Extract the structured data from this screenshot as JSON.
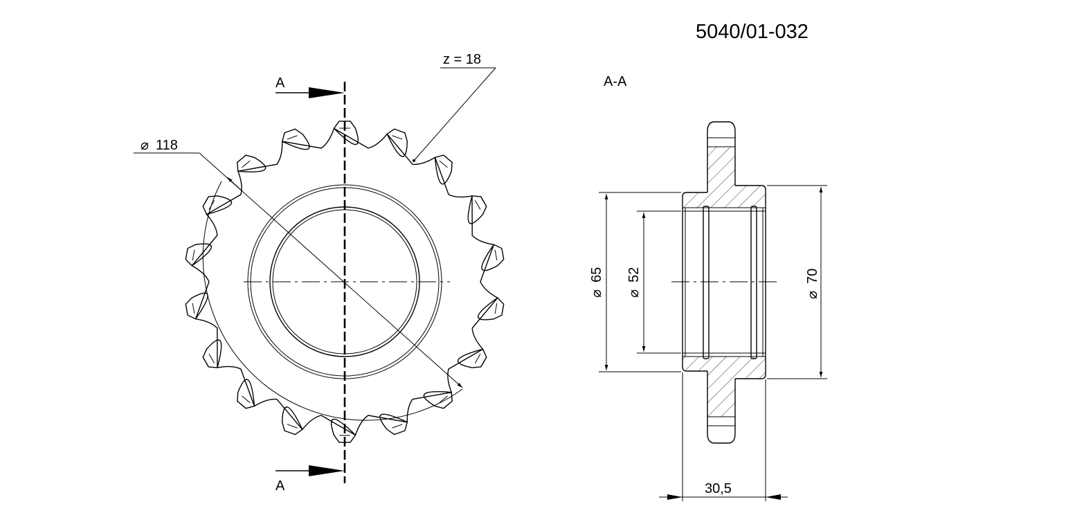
{
  "drawing": {
    "part_number": "5040/01-032",
    "section_title": "A-A",
    "tooth_count_label": "z = 18",
    "section_marker_top": "A",
    "section_marker_bottom": "A",
    "dimensions": {
      "outer_diameter": "118",
      "bore_diameter_65": "65",
      "bore_diameter_52": "52",
      "hub_diameter_70": "70",
      "hub_width": "30,5"
    },
    "diameter_symbol": "⌀",
    "sprocket": {
      "teeth": 18
    }
  }
}
